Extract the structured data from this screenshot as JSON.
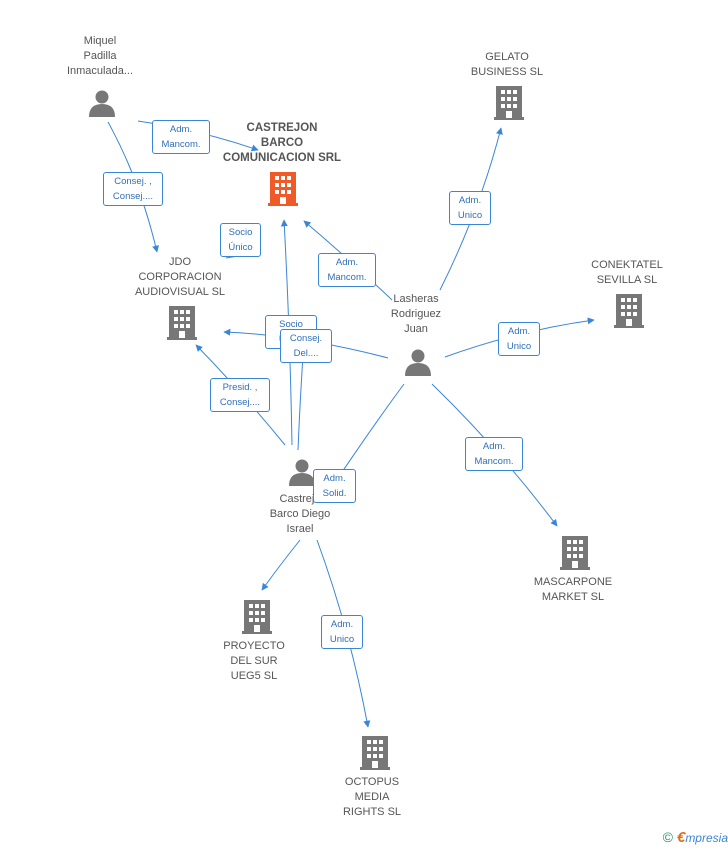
{
  "colors": {
    "edge": "#3a86d6",
    "building": "#777777",
    "building_main": "#f05a28",
    "person": "#777777"
  },
  "nodes": {
    "castrejon_barco": {
      "label": "CASTREJON\nBARCO\nCOMUNICACION SRL",
      "icon": "building-icon"
    },
    "miquel": {
      "label": "Miquel\nPadilla\nInmaculada...",
      "icon": "person-icon"
    },
    "gelato": {
      "label": "GELATO\nBUSINESS SL",
      "icon": "building-icon"
    },
    "jdo": {
      "label": "JDO\nCORPORACION\nAUDIOVISUAL SL",
      "icon": "building-icon"
    },
    "lasheras": {
      "label": "Lasheras\nRodriguez\nJuan",
      "icon": "person-icon"
    },
    "conektatel": {
      "label": "CONEKTATEL\nSEVILLA SL",
      "icon": "building-icon"
    },
    "castrejon_diego": {
      "label": "Castrejo\nBarco Diego\nIsrael",
      "icon": "person-icon"
    },
    "mascarpone": {
      "label": "MASCARPONE\nMARKET  SL",
      "icon": "building-icon"
    },
    "proyecto": {
      "label": "PROYECTO\nDEL SUR\nUEG5 SL",
      "icon": "building-icon"
    },
    "octopus": {
      "label": "OCTOPUS\nMEDIA\nRIGHTS SL",
      "icon": "building-icon"
    }
  },
  "edges": {
    "miquel_castrejon": "Adm.\nMancom.",
    "miquel_jdo": "Consej. ,\nConsej....",
    "socio_unico_1": "Socio\nÚnico",
    "lasheras_castrejon": "Adm.\nMancom.",
    "lasheras_gelato": "Adm.\nUnico",
    "lasheras_conektatel": "Adm.\nUnico",
    "socio_unico_2": "Socio\nÚnico",
    "consej_del": "Consej.\nDel....",
    "diego_jdo": "Presid. ,\nConsej....",
    "lasheras_mascarpone": "Adm.\nMancom.",
    "diego_solid": "Adm.\nSolid.",
    "diego_octopus": "Adm.\nUnico"
  },
  "footer": {
    "copyright": "©",
    "brand_initial": "€",
    "brand_rest": "mpresia"
  }
}
